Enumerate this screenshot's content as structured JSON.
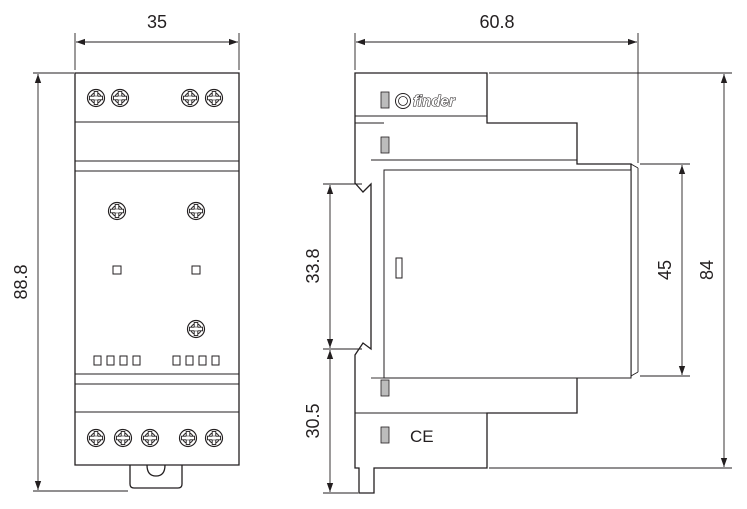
{
  "dimensions": {
    "front_width": "35",
    "front_height": "88.8",
    "side_width": "60.8",
    "upper_body": "33.8",
    "lower_body": "30.5",
    "cover_height": "45",
    "side_height": "84"
  },
  "brand": {
    "name": "finder"
  },
  "marking": {
    "ce": "CE"
  }
}
